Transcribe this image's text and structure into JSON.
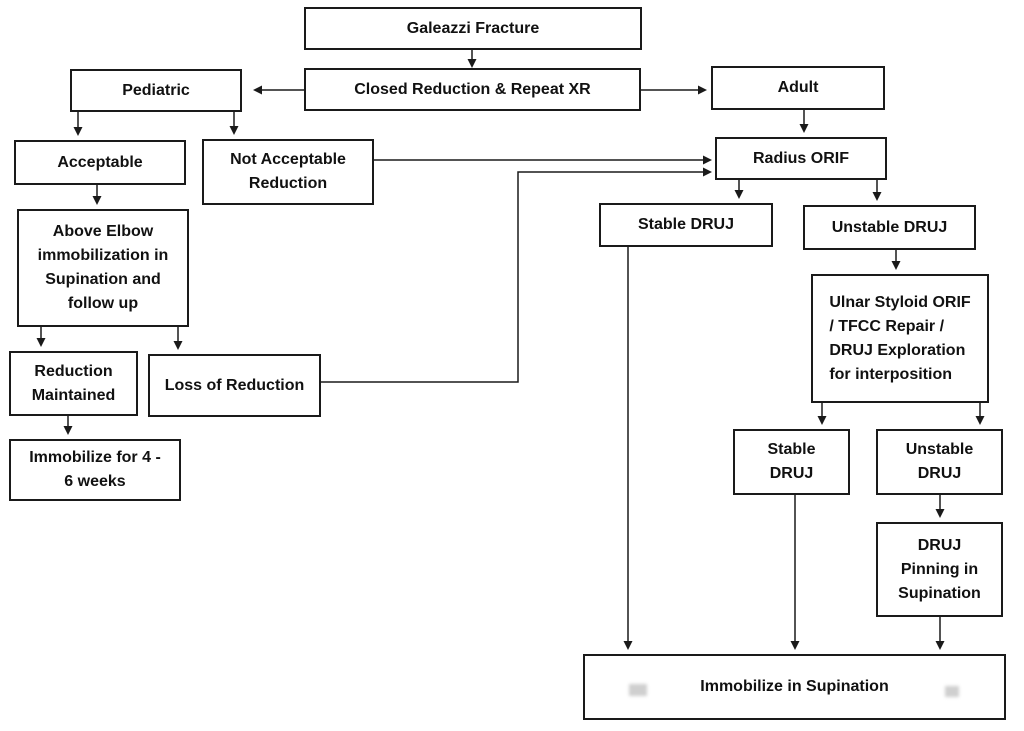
{
  "flowchart": {
    "nodes": {
      "galeazzi_fracture": "Galeazzi Fracture",
      "closed_reduction": "Closed Reduction & Repeat XR",
      "pediatric": "Pediatric",
      "adult": "Adult",
      "acceptable": "Acceptable",
      "not_acceptable_reduction": "Not Acceptable\nReduction",
      "radius_orif": "Radius ORIF",
      "above_elbow_immobilization": "Above Elbow\nimmobilization  in\nSupination and\nfollow up",
      "stable_druj": "Stable DRUJ",
      "unstable_druj": "Unstable DRUJ",
      "ulnar_styloid_orif": "Ulnar Styloid ORIF\n/ TFCC Repair /\nDRUJ Exploration\nfor interposition",
      "reduction_maintained": "Reduction\nMaintained",
      "loss_of_reduction": "Loss of Reduction",
      "stable_druj_2": "Stable\nDRUJ",
      "unstable_druj_2": "Unstable\nDRUJ",
      "immobilize_4_6_weeks": "Immobilize for 4 -\n6 weeks",
      "druj_pinning": "DRUJ\nPinning in\nSupination",
      "immobilize_in_supination": "Immobilize in Supination"
    },
    "colors": {
      "line": "#1a1a1a",
      "box_border": "#1a1a1a",
      "background": "#ffffff",
      "text": "#111111"
    }
  }
}
